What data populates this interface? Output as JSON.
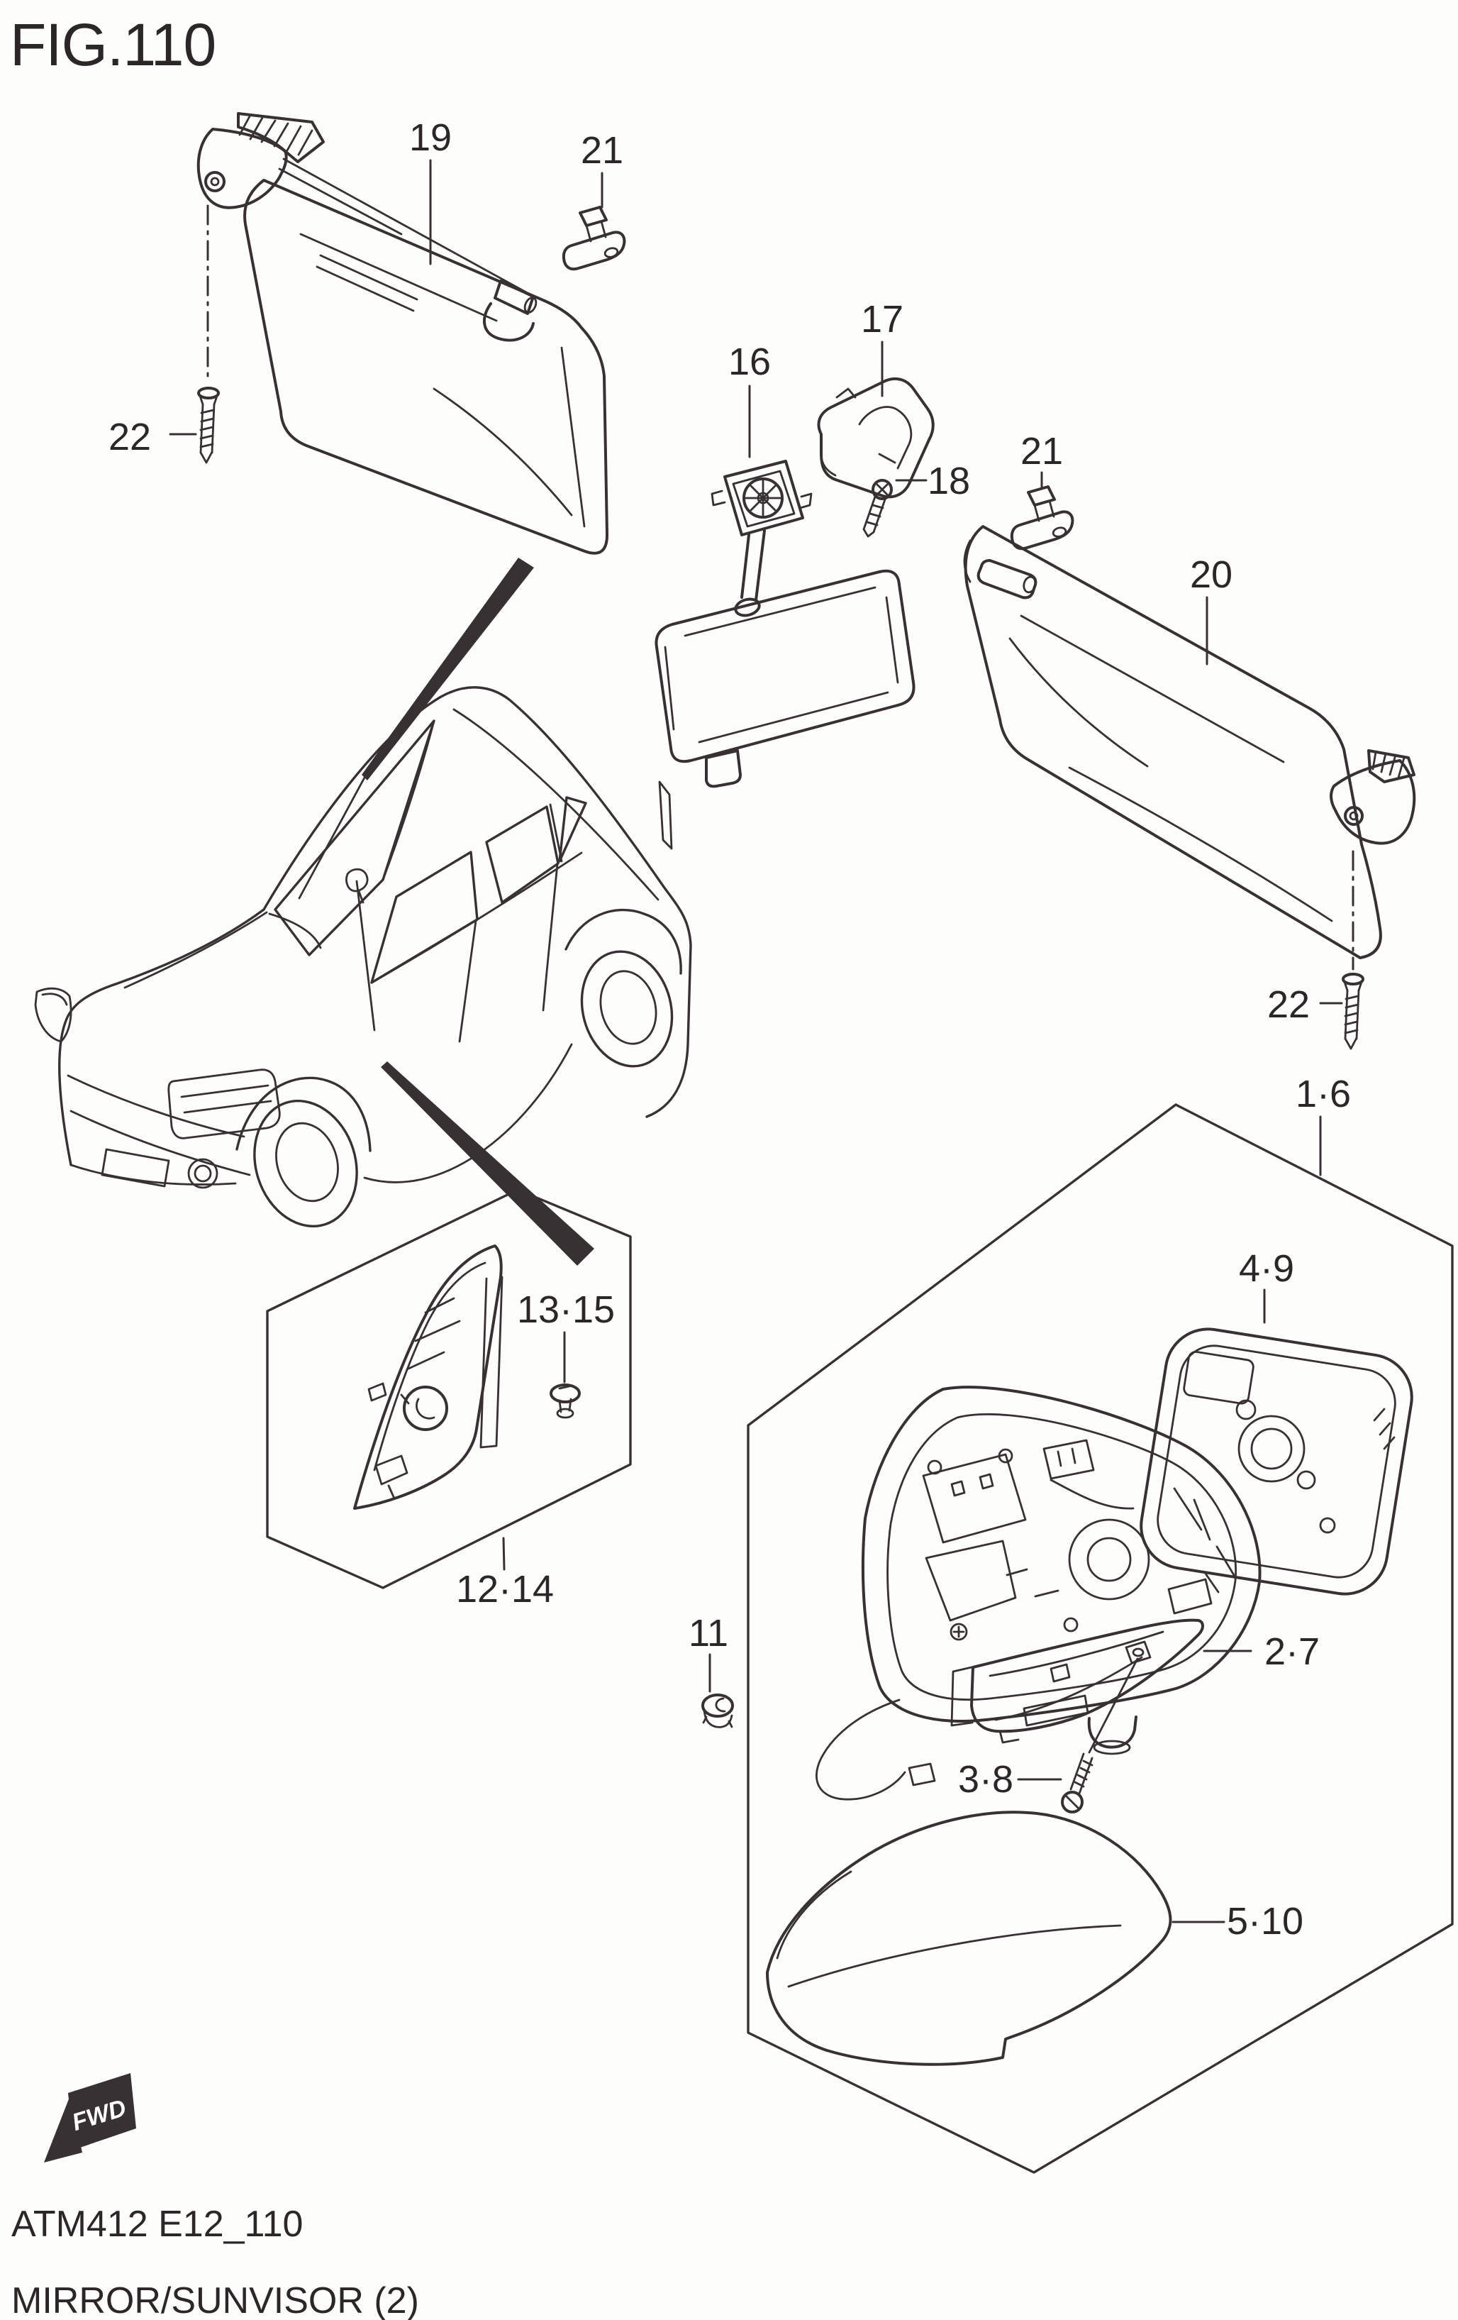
{
  "figure": {
    "title": "FIG.110",
    "code": "ATM412 E12_110",
    "sheet_name": "MIRROR/SUNVISOR (2)",
    "direction_label": "FWD"
  },
  "labels": {
    "sunvisor_left": "19",
    "visor_clip_left": "21",
    "visor_screw_left": "22",
    "mirror_mount": "16",
    "mirror_bracket": "17",
    "mirror_screw": "18",
    "visor_clip_right": "21",
    "sunvisor_right": "20",
    "visor_screw_right": "22",
    "mirror_assembly": "1·6",
    "mirror_glass": "4·9",
    "turn_lamp": "2·7",
    "lamp_screw": "3·8",
    "mirror_cover": "5·10",
    "grommet": "11",
    "corner_cover": "12·14",
    "corner_cover_clip": "13·15"
  },
  "colors": {
    "line": "#383133",
    "text": "#2b2628",
    "background": "#fdfdfc",
    "callout_fill": "#383133"
  }
}
